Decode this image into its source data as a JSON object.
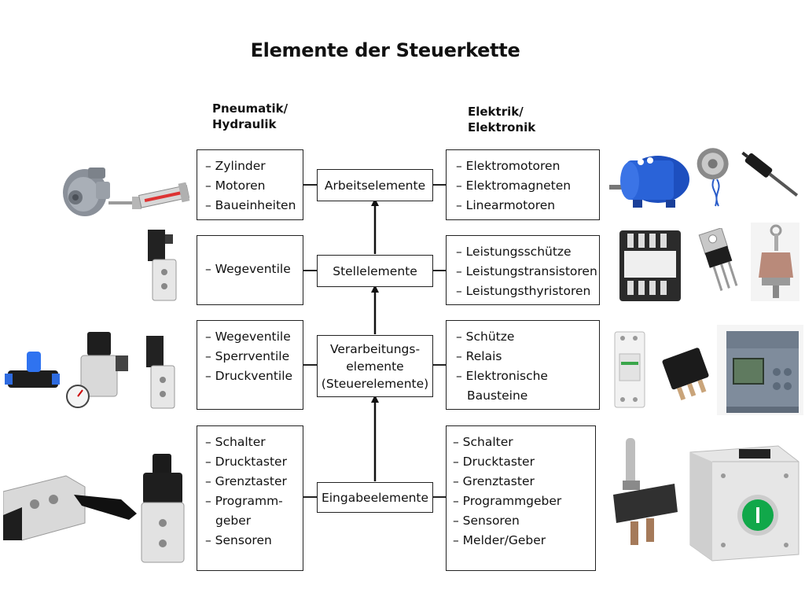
{
  "title": "Elemente der Steuerkette",
  "columns": {
    "left": [
      "Pneumatik/",
      "Hydraulik"
    ],
    "right": [
      "Elektrik/",
      "Elektronik"
    ]
  },
  "rows": [
    {
      "left": [
        "– Zylinder",
        "– Motoren",
        "– Baueinheiten"
      ],
      "center": [
        "Arbeitselemente"
      ],
      "right": [
        "– Elektromotoren",
        "– Elektromagneten",
        "– Linearmotoren"
      ]
    },
    {
      "left": [
        "– Wegeventile"
      ],
      "center": [
        "Stellelemente"
      ],
      "right": [
        "– Leistungsschütze",
        "– Leistungstransistoren",
        "– Leistungsthyristoren"
      ]
    },
    {
      "left": [
        "– Wegeventile",
        "– Sperrventile",
        "– Druckventile"
      ],
      "center": [
        "Verarbeitungs-",
        "elemente",
        "(Steuerelemente)"
      ],
      "right": [
        "– Schütze",
        "– Relais",
        "– Elektronische",
        "Bausteine"
      ]
    },
    {
      "left": [
        "– Schalter",
        "– Drucktaster",
        "– Grenztaster",
        "– Programm-",
        "geber",
        "– Sensoren"
      ],
      "center": [
        "Eingabeelemente"
      ],
      "right": [
        "– Schalter",
        "– Drucktaster",
        "– Grenztaster",
        "– Programmgeber",
        "– Sensoren",
        "– Melder/Geber"
      ]
    }
  ],
  "photos": [
    "air-motor-icon",
    "pneumatic-cylinder-icon",
    "electric-motor-icon",
    "solenoid-magnet-icon",
    "linear-motor-icon",
    "directional-valve-icon",
    "contactor-icon",
    "transistor-icon",
    "thyristor-icon",
    "ball-valve-icon",
    "pressure-regulator-icon",
    "solenoid-valve-icon",
    "din-rail-contactor-icon",
    "relay-icon",
    "plc-logo-module-icon",
    "manual-lever-valve-icon",
    "push-button-valve-icon",
    "toggle-switch-icon",
    "push-button-station-icon"
  ],
  "colors": {
    "line": "#222222",
    "arrow": "#111111"
  }
}
